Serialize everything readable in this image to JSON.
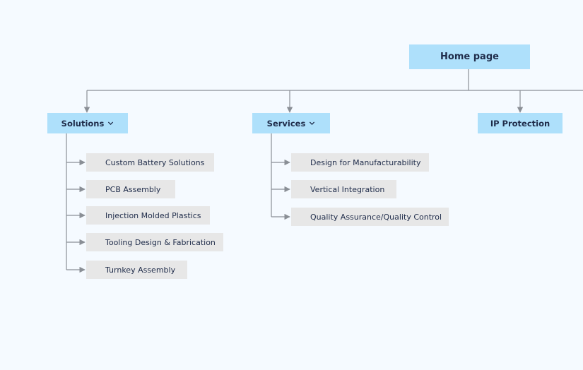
{
  "root": {
    "label": "Home page"
  },
  "sections": [
    {
      "label": "Solutions",
      "has_dropdown": true,
      "children": [
        "Custom Battery Solutions",
        "PCB Assembly",
        "Injection Molded Plastics",
        "Tooling Design & Fabrication",
        "Turnkey Assembly"
      ]
    },
    {
      "label": "Services",
      "has_dropdown": true,
      "children": [
        "Design for Manufacturability",
        "Vertical Integration",
        "Quality Assurance/Quality Control"
      ]
    },
    {
      "label": "IP Protection",
      "has_dropdown": false,
      "children": []
    }
  ],
  "colors": {
    "background": "#f5faff",
    "primary_node": "#aee0fb",
    "child_node": "#e7e7e7",
    "connector": "#8a8f96",
    "text": "#1f2c4a"
  },
  "icons": {
    "dropdown": "chevron-down-icon"
  }
}
